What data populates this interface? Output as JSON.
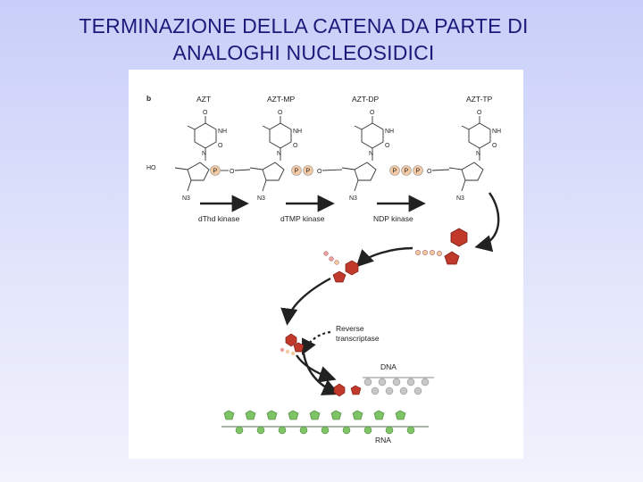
{
  "slide": {
    "title_line1": "TERMINAZIONE DELLA CATENA DA PARTE DI",
    "title_line2": "ANALOGHI NUCLEOSIDICI"
  },
  "figure": {
    "panel_label": "b",
    "compounds": [
      "AZT",
      "AZT-MP",
      "AZT-DP",
      "AZT-TP"
    ],
    "enzymes": [
      "dThd kinase",
      "dTMP kinase",
      "NDP kinase"
    ],
    "phosphate_symbol": "P",
    "atoms": {
      "oxygen": "O",
      "nh": "NH",
      "nitrogen": "N",
      "hydroxyl": "HO",
      "azide": "N3"
    },
    "reverse_transcriptase_line1": "Reverse",
    "reverse_transcriptase_line2": "transcriptase",
    "dna_label": "DNA",
    "rna_label": "RNA",
    "colors": {
      "phosphate": "#f2c9a3",
      "analog": "#c0392b",
      "rna_strand": "#7cc466",
      "dna_strand": "#c7c7c7"
    }
  }
}
